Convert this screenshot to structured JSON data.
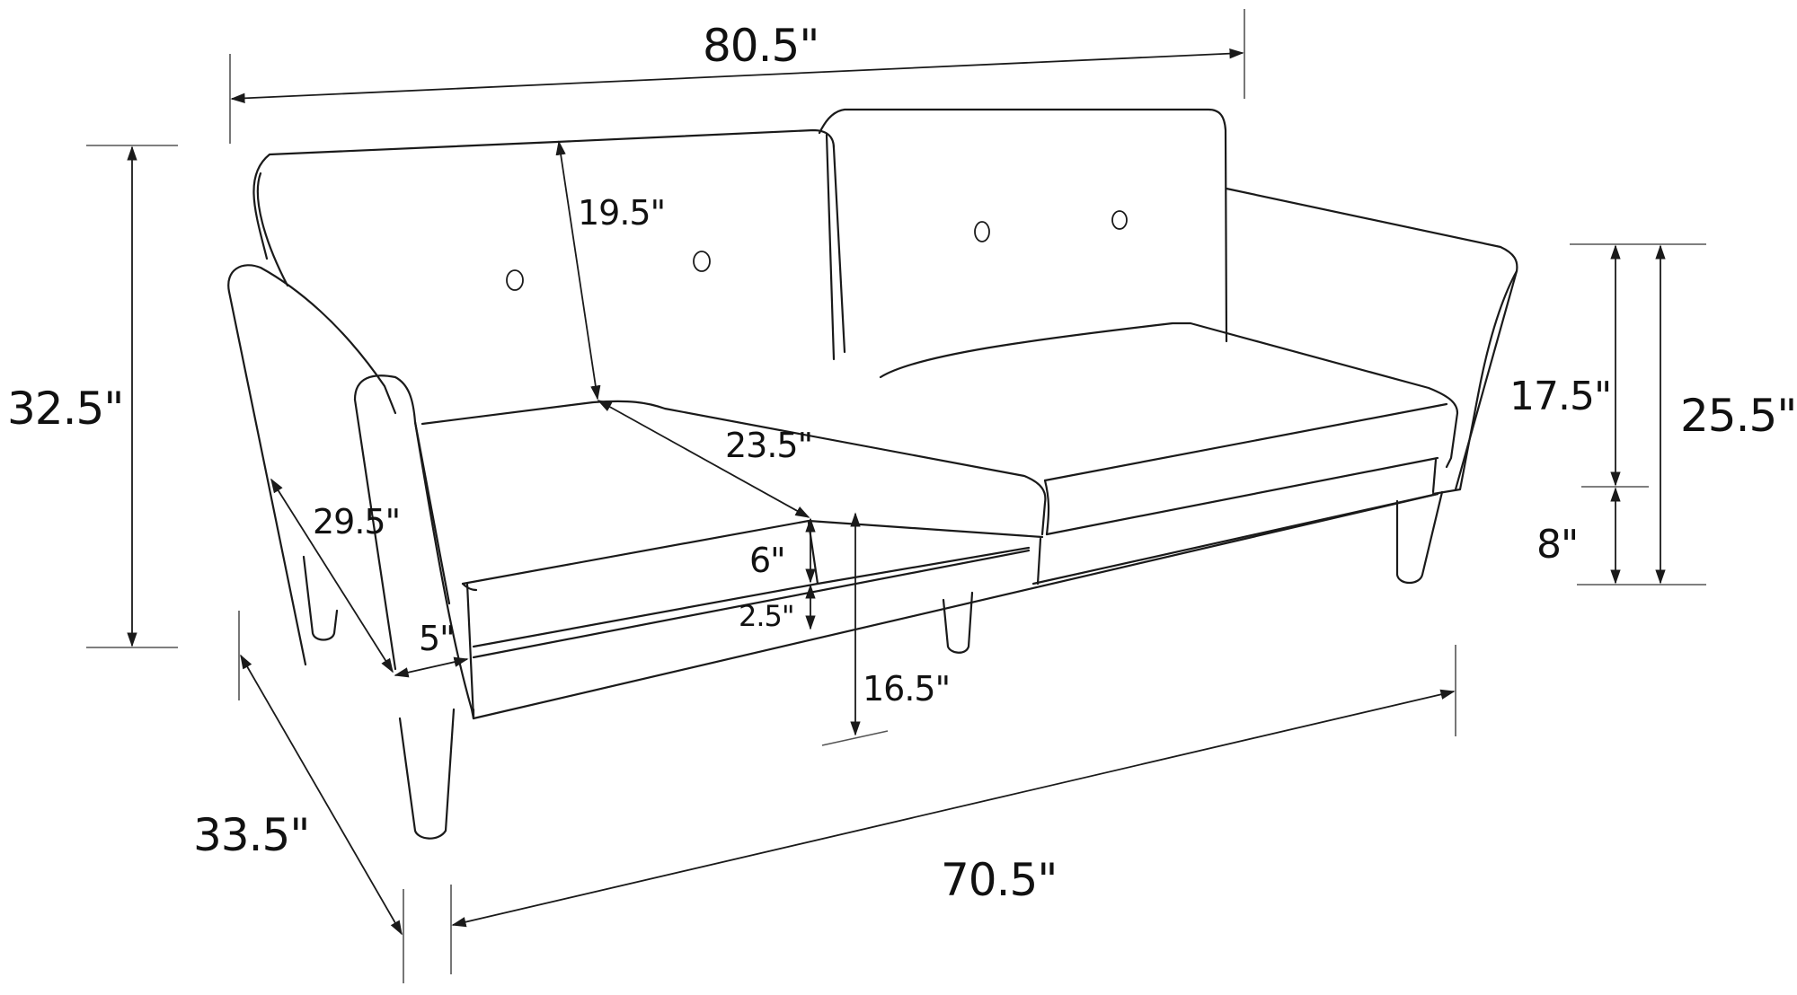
{
  "diagram": {
    "subject": "Sofa dimension drawing",
    "units": "inches",
    "line_color": "#1a1a1a",
    "background": "#ffffff",
    "dimensions": {
      "overall_width": "80.5\"",
      "overall_height": "32.5\"",
      "back_cushion_height": "19.5\"",
      "seat_depth": "23.5\"",
      "arm_depth": "29.5\"",
      "arm_width": "5\"",
      "seat_cushion_thickness": "6\"",
      "seat_base_thickness": "2.5\"",
      "seat_height": "16.5\"",
      "arm_height_above_seat": "17.5\"",
      "leg_height": "8\"",
      "arm_height": "25.5\"",
      "overall_depth": "33.5\"",
      "inner_seat_width": "70.5\""
    },
    "buttons": 4,
    "seat_sections": 2,
    "legs_visible": 4
  }
}
